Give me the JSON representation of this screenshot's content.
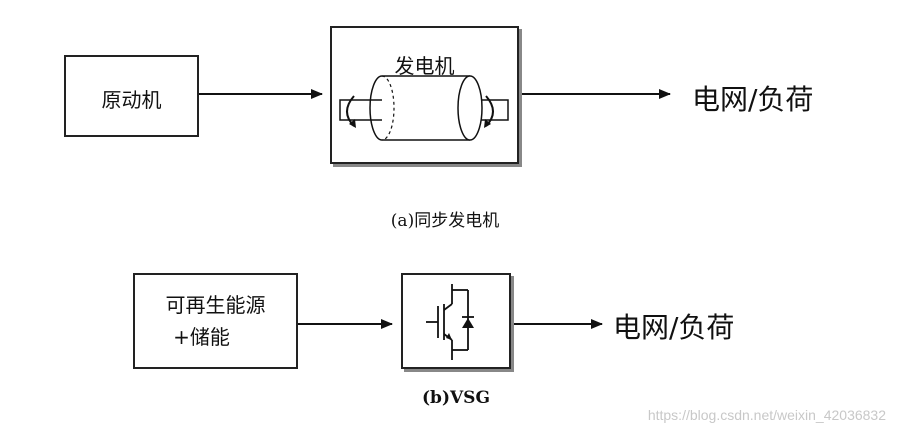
{
  "diagram_a": {
    "prime_mover": "原动机",
    "generator": "发电机",
    "grid_load": "电网/负荷",
    "caption": "(a)同步发电机"
  },
  "diagram_b": {
    "source_line1": "可再生能源",
    "source_line2": "+储能",
    "grid_load": "电网/负荷",
    "caption": "(b)VSG"
  },
  "watermark": "https://blog.csdn.net/weixin_42036832",
  "icons": {
    "generator": "generator-cylinder-icon",
    "inverter": "igbt-switch-icon"
  }
}
